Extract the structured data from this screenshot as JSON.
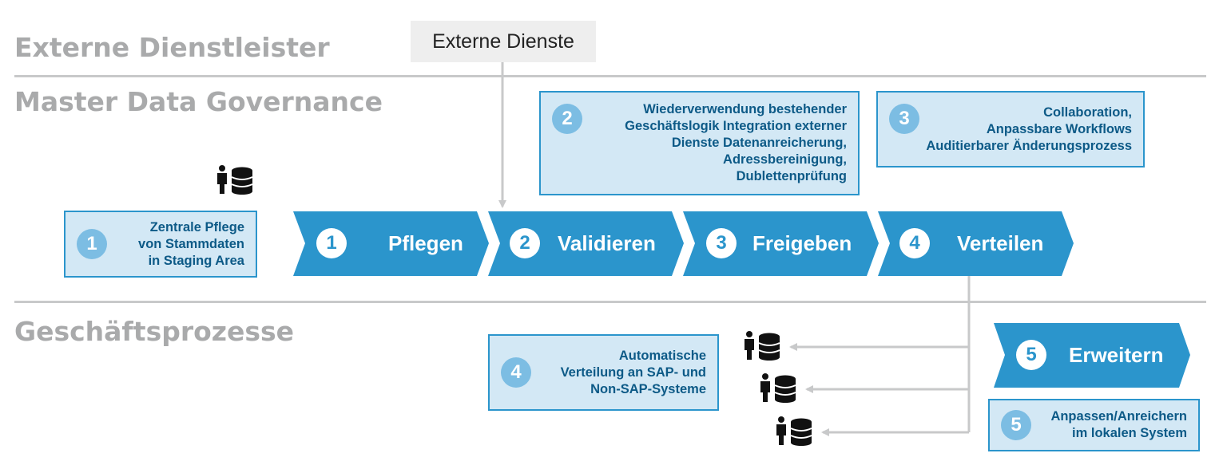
{
  "lanes": {
    "external": "Externe Dienstleister",
    "mdg": "Master Data Governance",
    "business": "Geschäftsprozesse"
  },
  "external_box": "Externe Dienste",
  "steps": [
    {
      "number": "1",
      "label": "Pflegen"
    },
    {
      "number": "2",
      "label": "Validieren"
    },
    {
      "number": "3",
      "label": "Freigeben"
    },
    {
      "number": "4",
      "label": "Verteilen"
    },
    {
      "number": "5",
      "label": "Erweitern"
    }
  ],
  "notes": [
    {
      "number": "1",
      "lines": [
        "Zentrale Pflege",
        "von Stammdaten",
        "in Staging Area"
      ]
    },
    {
      "number": "2",
      "lines": [
        "Wiederverwendung bestehender",
        "Geschäftslogik Integration externer",
        "Dienste Datenanreicherung,",
        "Adressbereinigung,",
        "Dublettenprüfung"
      ]
    },
    {
      "number": "3",
      "lines": [
        "Collaboration,",
        "Anpassbare Workflows",
        "Auditierbarer Änderungsprozess"
      ]
    },
    {
      "number": "4",
      "lines": [
        "Automatische",
        "Verteilung an SAP- und",
        "Non-SAP-Systeme"
      ]
    },
    {
      "number": "5",
      "lines": [
        "Anpassen/Anreichern",
        "im lokalen System"
      ]
    }
  ],
  "icons": {
    "user_database": "person-with-database-icon"
  },
  "colors": {
    "chevron": "#2b95cc",
    "note_bg": "#d3e8f5",
    "note_text": "#0d5a87",
    "lane_title": "#a9aaab",
    "connector": "#c8c9ca"
  }
}
